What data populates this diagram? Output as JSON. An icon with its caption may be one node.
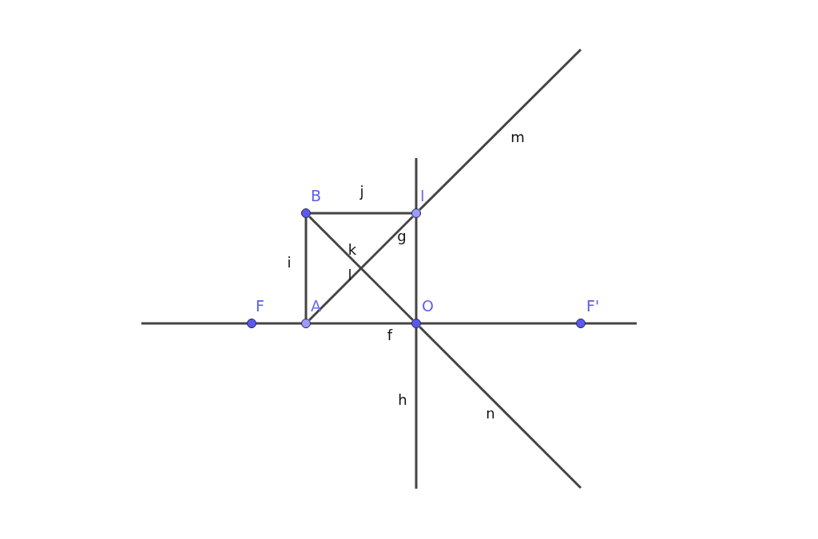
{
  "diagram": {
    "nodes": [
      {
        "text": [
          "B"
        ]
      },
      {
        "text": [
          "I"
        ]
      },
      {
        "text": [
          "F"
        ]
      },
      {
        "text": [
          "A"
        ]
      },
      {
        "text": [
          "O"
        ]
      },
      {
        "text": [
          "F'"
        ]
      }
    ],
    "edges": [
      {
        "from": null,
        "to": 2,
        "arrow": "none"
      },
      {
        "from": 2,
        "to": 3,
        "arrow": "none"
      },
      {
        "from": 3,
        "to": 4,
        "arrow": "none",
        "label": "f"
      },
      {
        "from": 4,
        "to": 5,
        "arrow": "none"
      },
      {
        "from": 5,
        "to": null,
        "arrow": "none"
      },
      {
        "from": null,
        "to": 1,
        "arrow": "none"
      },
      {
        "from": 1,
        "to": 4,
        "arrow": "none",
        "label": "g"
      },
      {
        "from": 4,
        "to": null,
        "arrow": "none",
        "label": "h"
      },
      {
        "from": 3,
        "to": 0,
        "arrow": "none",
        "label": "i"
      },
      {
        "from": 0,
        "to": 1,
        "arrow": "none",
        "label": "j"
      },
      {
        "from": 0,
        "to": 4,
        "arrow": "none",
        "label": "k"
      },
      {
        "from": 3,
        "to": 1,
        "arrow": "none",
        "label": "l"
      },
      {
        "from": 1,
        "to": null,
        "arrow": "none",
        "label": "m"
      },
      {
        "from": 4,
        "to": null,
        "arrow": "none",
        "label": "n"
      }
    ]
  }
}
